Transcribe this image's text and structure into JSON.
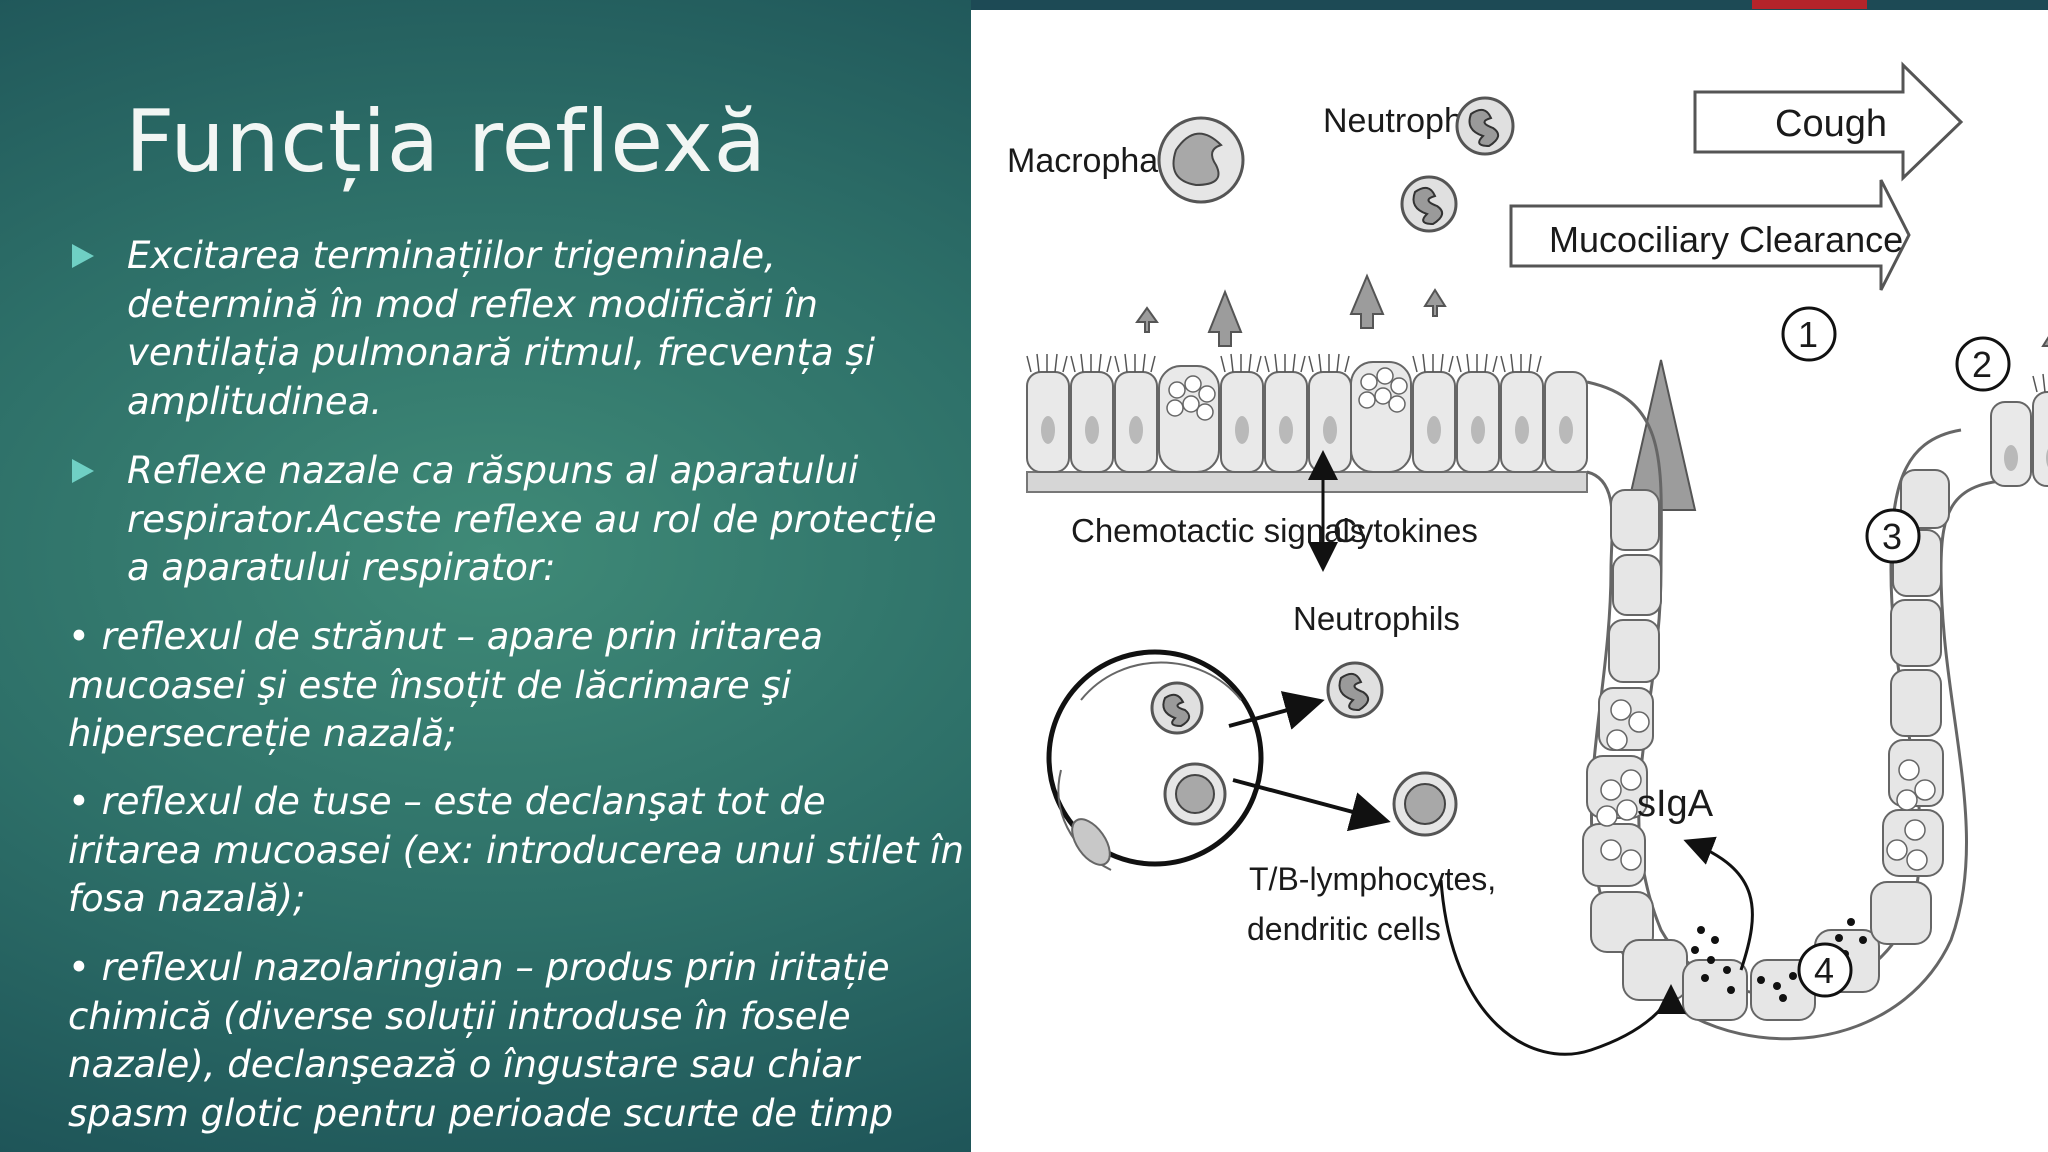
{
  "slide": {
    "title": "Funcția reflexă",
    "bullets": [
      "Excitarea terminațiilor trigeminale, determină în mod reflex modificări în ventilația pulmonară ritmul, frecvența și amplitudinea.",
      "Reflexe nazale ca răspuns al aparatului respirator.Aceste reflexe au rol de protecție a aparatului respirator:"
    ],
    "paragraphs": [
      "• reflexul de strănut – apare prin iritarea mucoasei şi este însoțit de lăcrimare şi hipersecreție nazală;",
      "• reflexul de tuse – este declanşat tot de iritarea mucoasei (ex: introducerea unui stilet în fosa nazală);",
      "• reflexul nazolaringian – produs prin iritație chimică (diverse soluții introduse în fosele nazale), declanşează o îngustare sau chiar spasm glotic pentru perioade scurte de timp"
    ]
  },
  "figure": {
    "labels": {
      "macrophage": "Macrophage",
      "neutrophils_top": "Neutrophils",
      "cough": "Cough",
      "mucociliary_clearance": "Mucociliary Clearance",
      "chemotactic_signals": "Chemotactic signals",
      "cytokines": "Cytokines",
      "neutrophils_mid": "Neutrophils",
      "lymphocytes_line1": "T/B-lymphocytes,",
      "lymphocytes_line2": "dendritic cells",
      "siga": "sIgA",
      "marker_1": "1",
      "marker_2": "2",
      "marker_3": "3",
      "marker_4": "4"
    }
  },
  "colors": {
    "title_text": "#f2f6f4",
    "bullet_arrow": "#6fd0c4",
    "accent_red": "#b5242a",
    "figure_background": "#ffffff"
  }
}
